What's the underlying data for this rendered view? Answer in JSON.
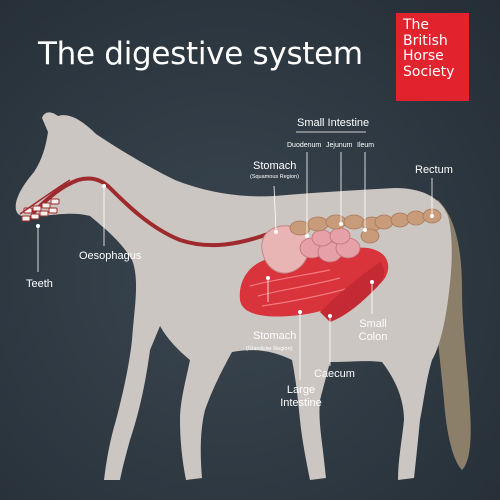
{
  "title": "The digestive system",
  "logo": {
    "line1": "The",
    "line2": "British",
    "line3": "Horse",
    "line4": "Society"
  },
  "labels": {
    "small_intestine": "Small Intestine",
    "duodenum": "Duodenum",
    "jejunum": "Jejunum",
    "ileum": "Ileum",
    "stomach_top": "Stomach",
    "squamous": "(Squamous Region)",
    "rectum": "Rectum",
    "oesophagus": "Oesophagus",
    "teeth": "Teeth",
    "stomach_bottom": "Stomach",
    "glandular": "(Glandular Region)",
    "small_colon_1": "Small",
    "small_colon_2": "Colon",
    "caecum": "Caecum",
    "large_intestine_1": "Large",
    "large_intestine_2": "Intestine"
  },
  "colors": {
    "background": "#2d3842",
    "horse": "#ccc6c2",
    "tail": "#8c7f6a",
    "logo": "#e1232e",
    "oesophagus": "#9e2a2e",
    "large_intestine": "#d9333c",
    "small_intestine": "#c89b7a",
    "stomach": "#e8b4b4"
  }
}
